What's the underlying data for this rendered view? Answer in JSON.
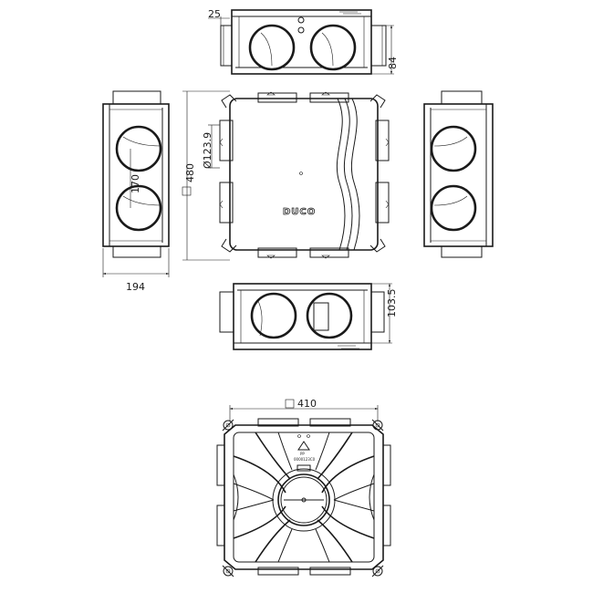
{
  "dimensions": {
    "top_offset": "25",
    "top_height": "84",
    "diameter": "Ø123.9",
    "outer_square": "480",
    "spacing": "170",
    "depth": "194",
    "bottom_height": "103.5",
    "inner_square": "410"
  },
  "brand": {
    "logo": "DUCO"
  },
  "marking": {
    "material": "PP",
    "code": "0000123C0"
  }
}
